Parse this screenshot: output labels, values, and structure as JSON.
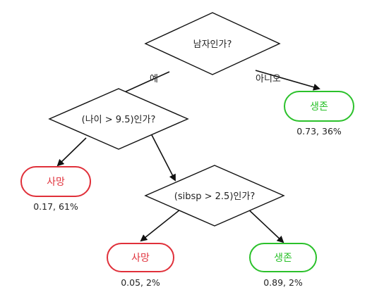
{
  "decision_nodes": {
    "root": "남자인가?",
    "age": "(나이 > 9.5)인가?",
    "sibsp": "(sibsp > 2.5)인가?"
  },
  "edge_labels": {
    "yes": "예",
    "no": "아니오"
  },
  "leaves": {
    "survive_female": {
      "label": "생존",
      "stats": "0.73, 36%",
      "color": "#2bc12b"
    },
    "death_adult": {
      "label": "사망",
      "stats": "0.17, 61%",
      "color": "#e0303a"
    },
    "death_child_sibs": {
      "label": "사망",
      "stats": "0.05, 2%",
      "color": "#e0303a"
    },
    "survive_child": {
      "label": "생존",
      "stats": "0.89, 2%",
      "color": "#2bc12b"
    }
  }
}
